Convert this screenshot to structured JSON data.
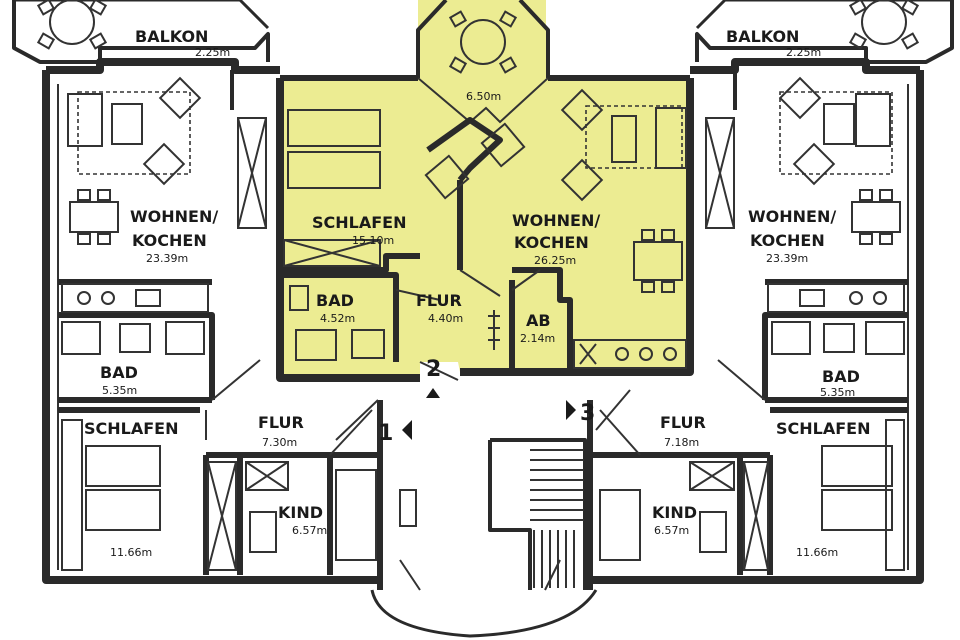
{
  "highlight_color": "#ecec92",
  "wall_color": "#2a2a2a",
  "left_unit": {
    "balkon": {
      "name": "BALKON",
      "area": "2.25m"
    },
    "wohnen": {
      "name_line1": "WOHNEN/",
      "name_line2": "KOCHEN",
      "area": "23.39m"
    },
    "bad": {
      "name": "BAD",
      "area": "5.35m"
    },
    "schlafen": {
      "name": "SCHLAFEN",
      "area": "11.66m"
    },
    "flur": {
      "name": "FLUR",
      "area": "7.30m"
    },
    "kind": {
      "name": "KIND",
      "area": "6.57m"
    }
  },
  "center_unit": {
    "balkon_area": "6.50m",
    "schlafen": {
      "name": "SCHLAFEN",
      "area": "15.10m"
    },
    "wohnen": {
      "name_line1": "WOHNEN/",
      "name_line2": "KOCHEN",
      "area": "26.25m"
    },
    "bad": {
      "name": "BAD",
      "area": "4.52m"
    },
    "flur": {
      "name": "FLUR",
      "area": "4.40m"
    },
    "ab": {
      "name": "AB",
      "area": "2.14m"
    }
  },
  "right_unit": {
    "balkon": {
      "name": "BALKON",
      "area": "2.25m"
    },
    "wohnen": {
      "name_line1": "WOHNEN/",
      "name_line2": "KOCHEN",
      "area": "23.39m"
    },
    "bad": {
      "name": "BAD",
      "area": "5.35m"
    },
    "schlafen": {
      "name": "SCHLAFEN",
      "area": "11.66m"
    },
    "flur": {
      "name": "FLUR",
      "area": "7.18m"
    },
    "kind": {
      "name": "KIND",
      "area": "6.57m"
    }
  },
  "unit_numbers": {
    "one": "1",
    "two": "2",
    "three": "3"
  }
}
